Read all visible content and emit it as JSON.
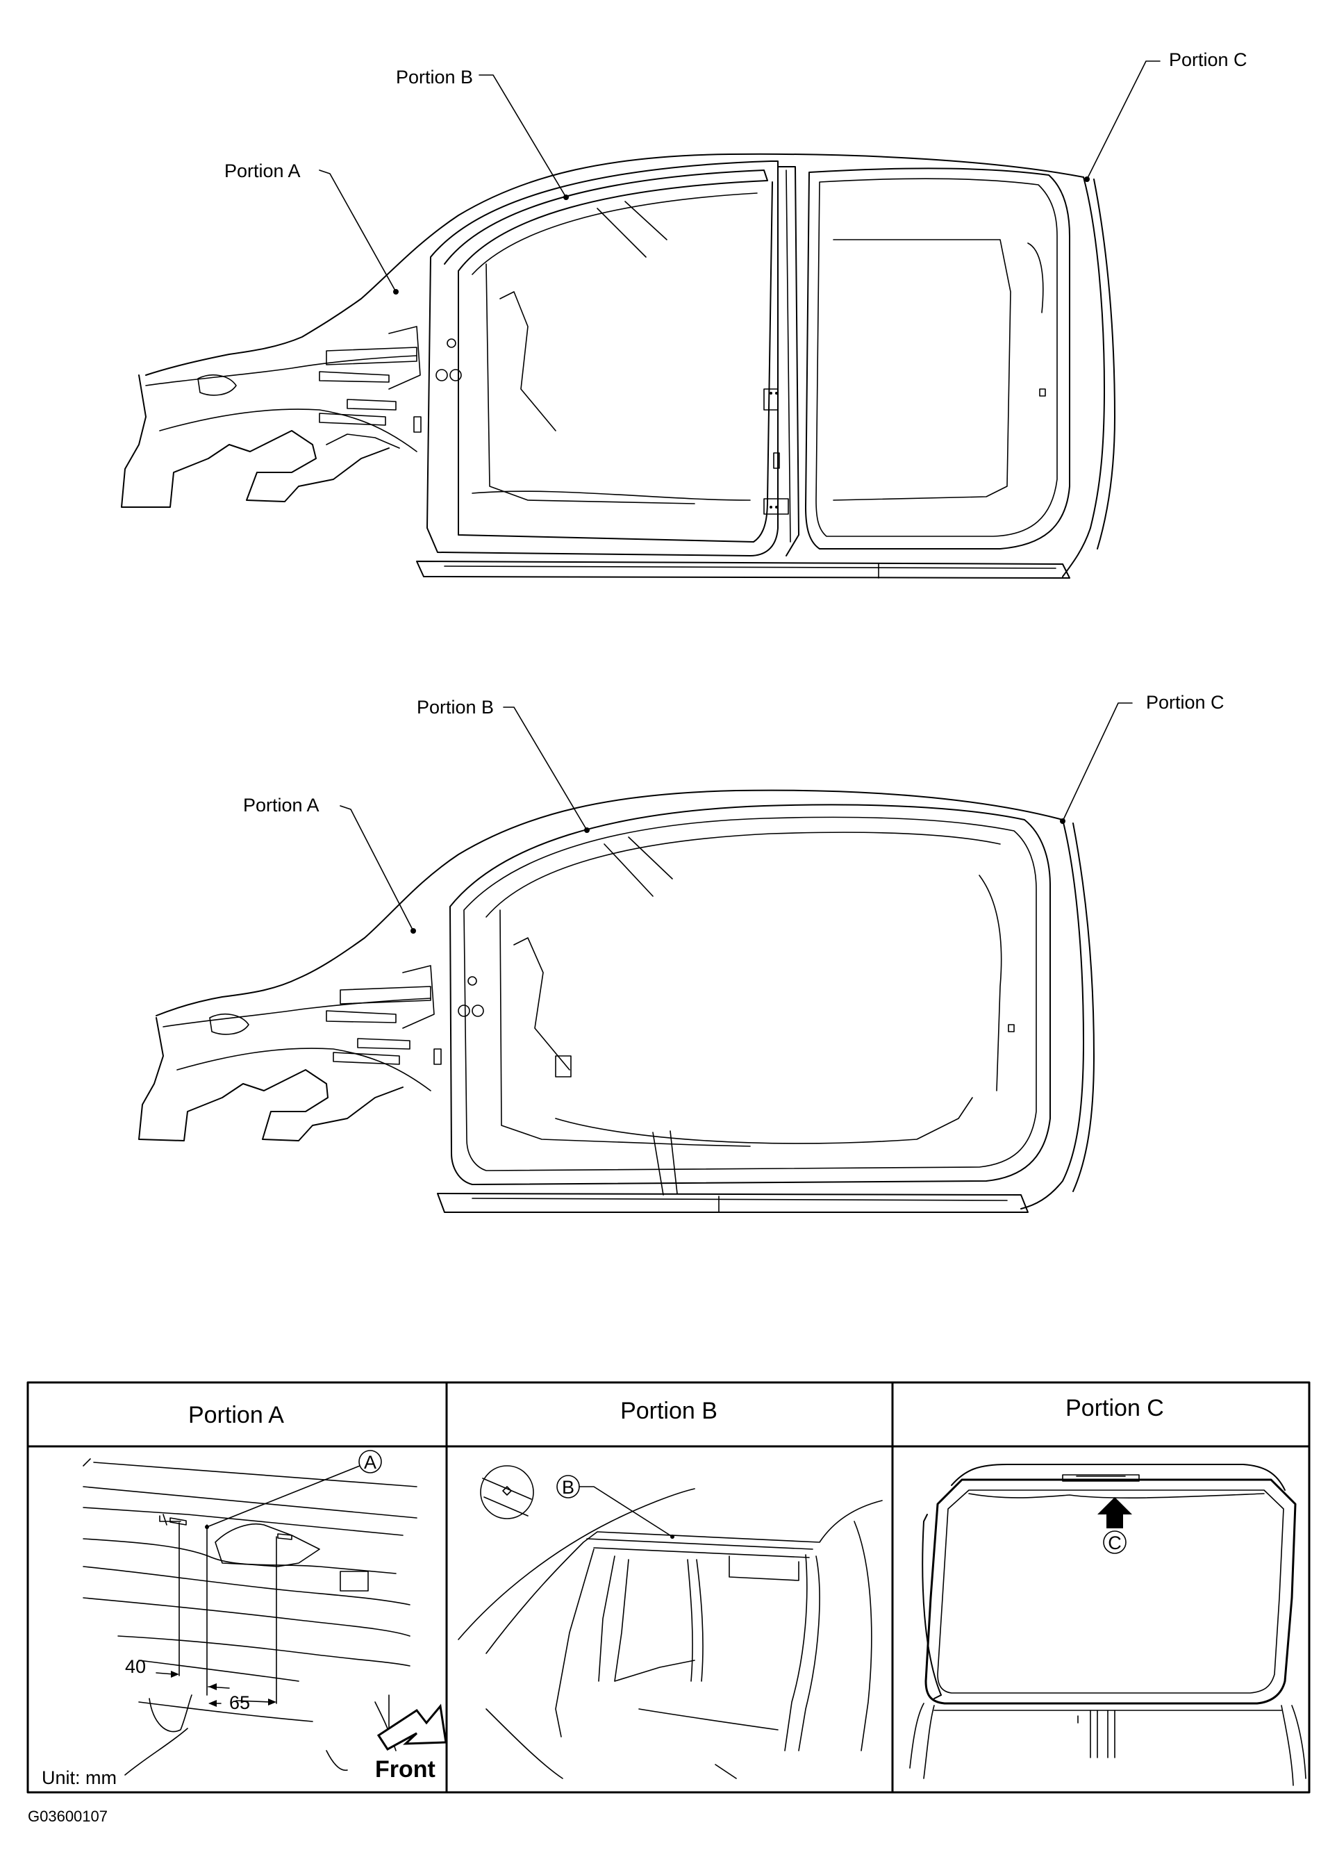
{
  "diagram": {
    "side_view_4door": {
      "portion_a_label": "Portion A",
      "portion_b_label": "Portion B",
      "portion_c_label": "Portion C"
    },
    "side_view_2door": {
      "portion_a_label": "Portion A",
      "portion_b_label": "Portion B",
      "portion_c_label": "Portion C"
    },
    "detail_table": {
      "headers": [
        "Portion A",
        "Portion B",
        "Portion C"
      ],
      "portion_a": {
        "marker": "A",
        "dim_1": "40",
        "dim_2": "65",
        "unit": "Unit: mm",
        "front": "Front"
      },
      "portion_b": {
        "marker": "B"
      },
      "portion_c": {
        "marker": "C"
      }
    },
    "figure_code": "G03600107"
  }
}
